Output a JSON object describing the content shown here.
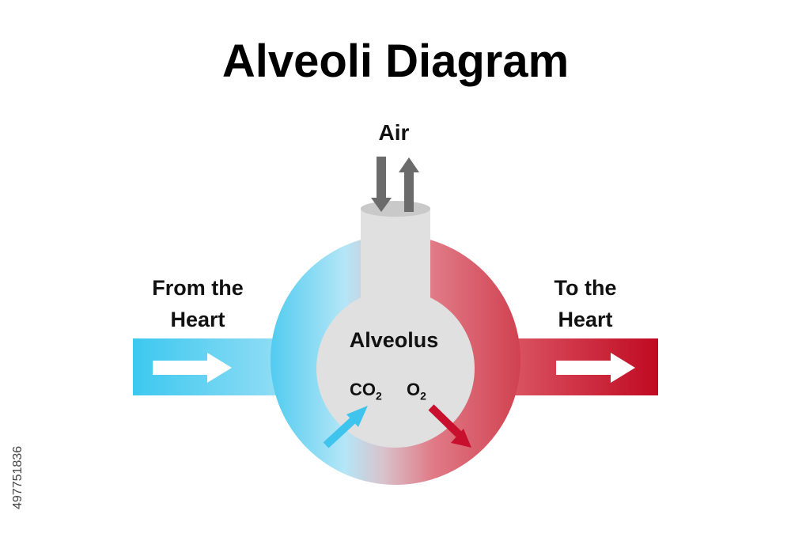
{
  "title": "Alveoli Diagram",
  "labels": {
    "air": "Air",
    "from_heart_line1": "From the",
    "from_heart_line2": "Heart",
    "to_heart_line1": "To the",
    "to_heart_line2": "Heart",
    "alveolus": "Alveolus",
    "co2_base": "CO",
    "co2_sub": "2",
    "o2_base": "O",
    "o2_sub": "2"
  },
  "watermark": {
    "stock_id": "497751836"
  },
  "colors": {
    "deoxygenated": "#39c8f0",
    "oxygenated": "#c8102e",
    "alveolus_fill": "#e0e0e0",
    "air_arrows": "#6b6b6b"
  }
}
